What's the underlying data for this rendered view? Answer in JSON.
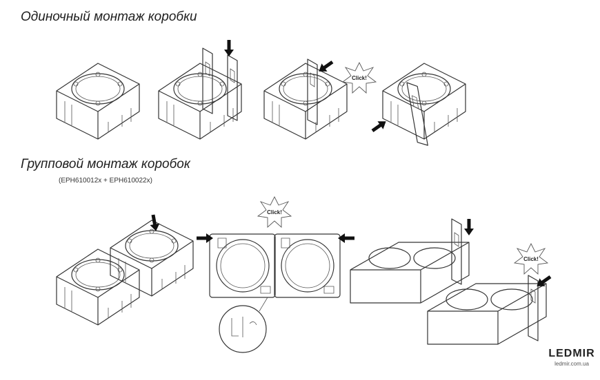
{
  "headings": {
    "single": "Одиночный монтаж коробки",
    "group": "Групповой монтаж коробок"
  },
  "group_note": "(EPH610012x + EPH610022x)",
  "click_label": "Click!",
  "brand": {
    "name": "LEDMIR",
    "url": "ledmir.com.ua"
  },
  "icons": [
    "arrow-icon",
    "click-star-icon",
    "ledmir-logo"
  ]
}
